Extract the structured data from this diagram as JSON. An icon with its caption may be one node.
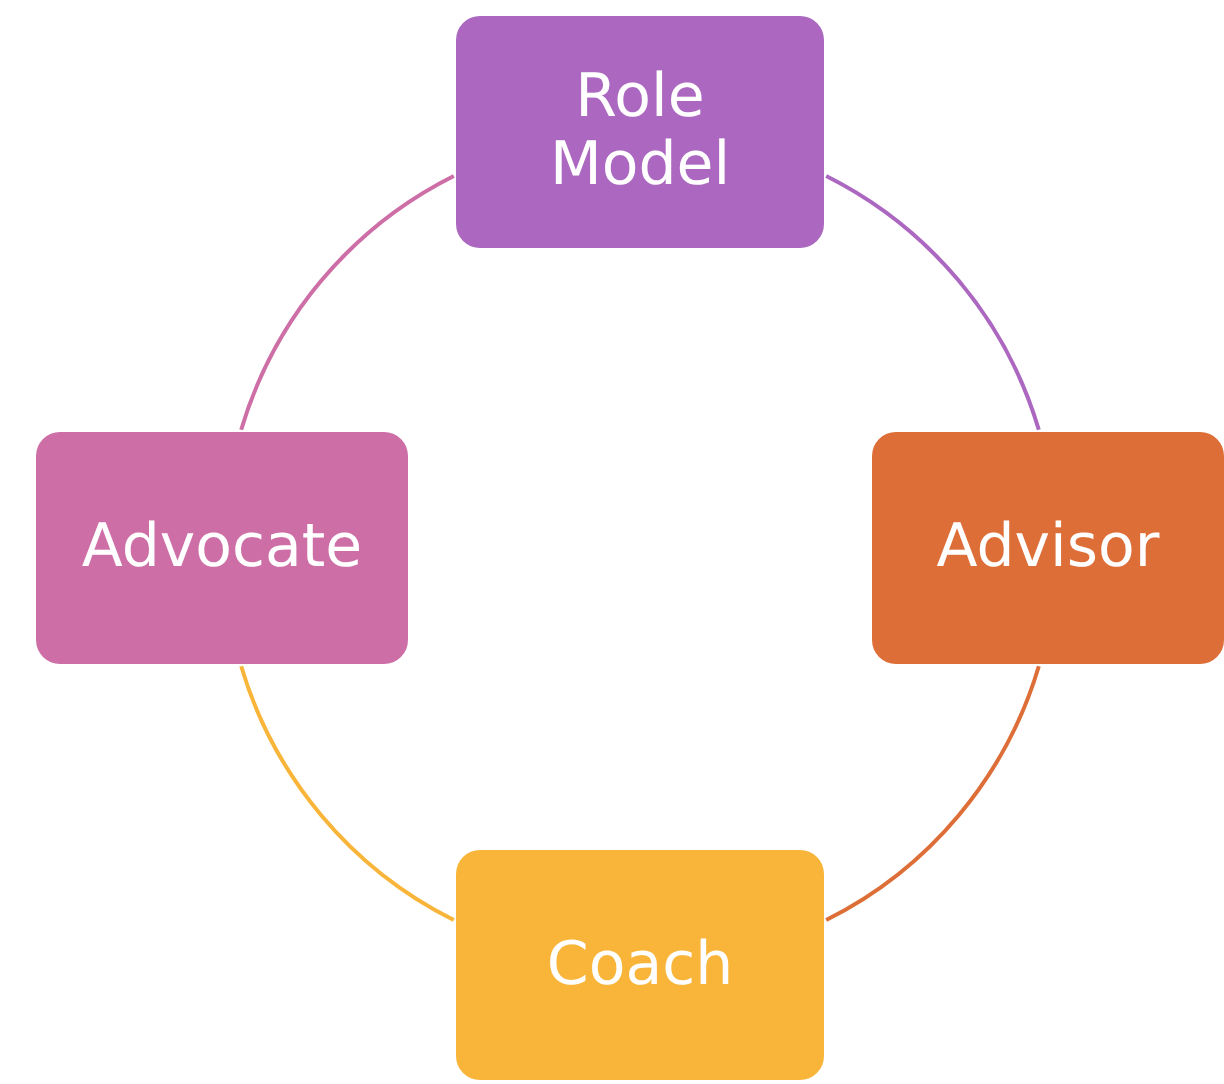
{
  "diagram": {
    "nodes": [
      {
        "text": [
          "Role Model"
        ]
      },
      {
        "text": [
          "Advisor"
        ]
      },
      {
        "text": [
          "Coach"
        ]
      },
      {
        "text": [
          "Advocate"
        ]
      }
    ],
    "edges": [
      {
        "from": 0,
        "to": 1,
        "arrow": "none",
        "color": "#ac68c0"
      },
      {
        "from": 1,
        "to": 2,
        "arrow": "none",
        "color": "#de6e37"
      },
      {
        "from": 2,
        "to": 3,
        "arrow": "none",
        "color": "#f8b53a"
      },
      {
        "from": 3,
        "to": 0,
        "arrow": "none",
        "color": "#cd6fa6"
      }
    ]
  }
}
